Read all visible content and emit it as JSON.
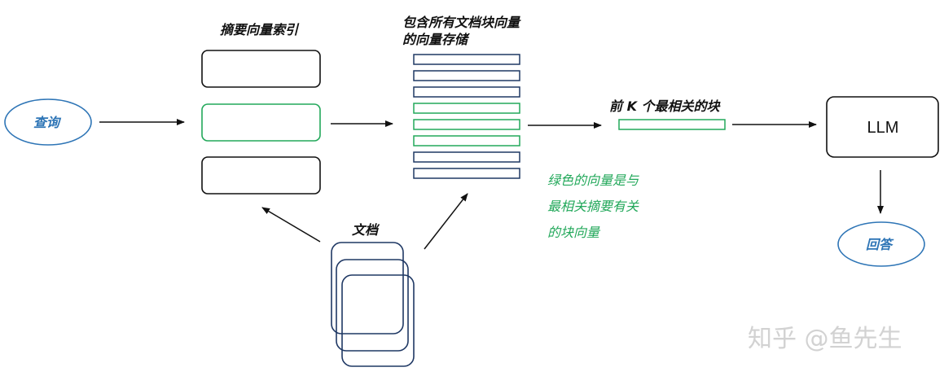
{
  "nodes": {
    "query": "查询",
    "summary_index_title": "摘要向量索引",
    "vector_store_title_line1": "包含所有文档块向量",
    "vector_store_title_line2": "的向量存储",
    "top_k_label": "前 K 个最相关的块",
    "llm": "LLM",
    "answer": "回答",
    "documents": "文档"
  },
  "note": {
    "line1": "绿色的向量是与",
    "line2": "最相关摘要有关",
    "line3": "的块向量"
  },
  "watermark": "知乎 @鱼先生",
  "summary_index": {
    "boxes": [
      "normal",
      "highlighted",
      "normal"
    ]
  },
  "vector_store": {
    "rows": [
      "normal",
      "normal",
      "normal",
      "highlighted",
      "highlighted",
      "highlighted",
      "normal",
      "normal"
    ]
  },
  "colors": {
    "dark_navy": "#1f3864",
    "highlight_green": "#22a85a",
    "ellipse_blue": "#2e75b6",
    "text_dark": "#111111"
  }
}
